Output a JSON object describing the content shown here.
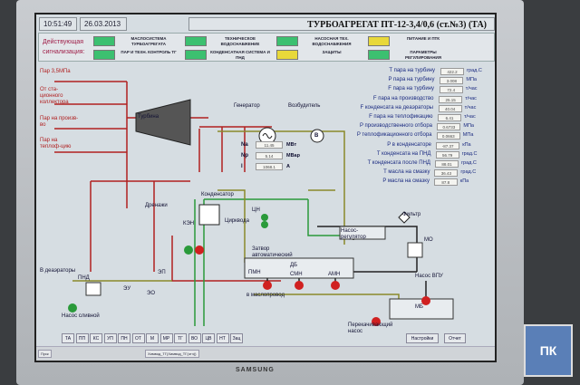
{
  "header": {
    "time": "10:51:49",
    "date": "26.03.2013",
    "title": "ТУРБОАГРЕГАТ ПТ-12-3,4/0,6 (ст.№3) (ТА)"
  },
  "alarms": {
    "label": "Действующая сигнализация:",
    "items": [
      {
        "label": "МАСЛОСИСТЕМА ТУРБОАГРЕГАТА",
        "color": "#3cc070"
      },
      {
        "label": "ТЕХНИЧЕСКОЕ ВОДОСНАБЖЕНИЕ",
        "color": "#3cc070"
      },
      {
        "label": "НАСОСНАЯ ТЕХ. ВОДОСНАБЖЕНИЯ",
        "color": "#3cc070"
      },
      {
        "label": "ПИТАНИЕ И ПТК",
        "color": "#e8d83a"
      },
      {
        "label": "ПАР И ТЕХН. КОНТРОЛЬ ТГ",
        "color": "#3cc070"
      },
      {
        "label": "КОНДЕНСАТНАЯ СИСТЕМА И ПНД",
        "color": "#3cc070"
      },
      {
        "label": "ЗАЩИТЫ",
        "color": "#e8d83a"
      },
      {
        "label": "ПАРАМЕТРЫ РЕГУЛИРОВАНИЯ",
        "color": "#3cc070"
      }
    ]
  },
  "diagram": {
    "steam_in": "Пар 3,5МПа",
    "from_collector": "От ста-ционного коллектора",
    "to_production": "Пар на произв-во",
    "to_heating": "Пар на теплоф-цию",
    "turbine": "Турбина",
    "generator": "Генератор",
    "exciter": "Возбудитель",
    "exciter_symbol": "В",
    "condenser": "Конденсатор",
    "drains": "Дренажи",
    "circ_water": "Циркводa",
    "cn": "ЦН",
    "ken": "КЭН",
    "deaerators": "В деаэраторы",
    "pnd": "ПНД",
    "drain_pump": "Насос сливной",
    "ey": "ЭУ",
    "eo": "ЭО",
    "ep": "ЭП",
    "shutter": "Затвор автоматический",
    "pmn": "ПМН",
    "smn": "СМН",
    "amn": "АМН",
    "pump_regulator": "Насос-регулятор",
    "filter": "Фильтр",
    "mo": "МО",
    "vpu_pump": "Насос ВПУ",
    "db": "ДБ",
    "mb": "МБ",
    "transfer_pump": "Перекачивающий насос",
    "to_ground": "в маслопровод"
  },
  "generator_params": [
    {
      "name": "Na",
      "value": "11.45",
      "unit": "МВт"
    },
    {
      "name": "Np",
      "value": "5.14",
      "unit": "МВар"
    },
    {
      "name": "I",
      "value": "1068.1",
      "unit": "А"
    }
  ],
  "params": [
    {
      "name": "T пара на турбину",
      "value": "422.2",
      "unit": "град.С"
    },
    {
      "name": "P пара на турбину",
      "value": "3.008",
      "unit": "МПа"
    },
    {
      "name": "F пара на турбину",
      "value": "72.4",
      "unit": "т/час"
    },
    {
      "name": "F пара на производство",
      "value": "25.15",
      "unit": "т/час"
    },
    {
      "name": "F конденсата на деаэраторы",
      "value": "40.04",
      "unit": "т/час"
    },
    {
      "name": "F пара на теплофикацию",
      "value": "6.41",
      "unit": "т/час"
    },
    {
      "name": "P производственного отбора",
      "value": "0.6733",
      "unit": "МПа"
    },
    {
      "name": "P теплофикационного отбора",
      "value": "0.0663",
      "unit": "МПа"
    },
    {
      "name": "P в конденсаторе",
      "value": "-87.37",
      "unit": "кПа"
    },
    {
      "name": "T конденсата на ПНД",
      "value": "56.79",
      "unit": "град.С"
    },
    {
      "name": "T конденсата после ПНД",
      "value": "88.01",
      "unit": "град.С"
    },
    {
      "name": "T масла на смазку",
      "value": "36.43",
      "unit": "град.С"
    },
    {
      "name": "P масла на смазку",
      "value": "87.8",
      "unit": "кПа"
    }
  ],
  "nav_buttons": [
    "ТА",
    "ПП",
    "КС",
    "УП",
    "ПН",
    "ОТ",
    "М",
    "МР",
    "ТГ",
    "ВО",
    "ЦВ",
    "НТ",
    "Зац"
  ],
  "settings_button": "Настройки",
  "report_button": "Отчет",
  "taskbar": {
    "start": "Пуск",
    "window": "Химвод_ТГ(Химвод_ТГ(отч))"
  },
  "brand": "SAMSUNG",
  "logo": "ПК"
}
